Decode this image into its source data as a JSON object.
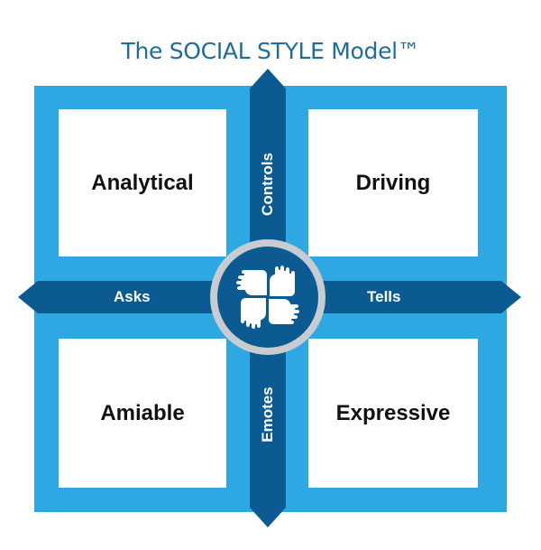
{
  "title": "The SOCIAL STYLE Model™",
  "quadrants": {
    "top_left": "Analytical",
    "top_right": "Driving",
    "bottom_left": "Amiable",
    "bottom_right": "Expressive"
  },
  "axes": {
    "top": "Controls",
    "bottom": "Emotes",
    "left": "Asks",
    "right": "Tells"
  },
  "center_icon": "joined-hands-icon",
  "colors": {
    "title": "#1f6c9a",
    "frame": "#2da8e3",
    "axis": "#0c5a92",
    "center_ring": "#c8ccd0"
  }
}
